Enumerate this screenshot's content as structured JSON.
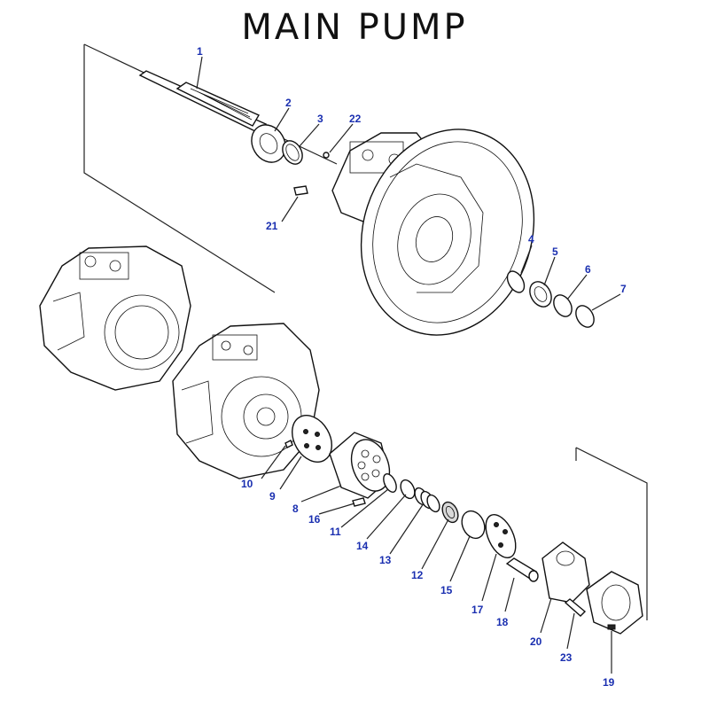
{
  "title": "MAIN PUMP",
  "colors": {
    "label": "#1a2fb0",
    "line": "#222222",
    "title": "#111111"
  },
  "parts": [
    {
      "id": "1",
      "label": "1"
    },
    {
      "id": "2",
      "label": "2"
    },
    {
      "id": "3",
      "label": "3"
    },
    {
      "id": "4",
      "label": "4"
    },
    {
      "id": "5",
      "label": "5"
    },
    {
      "id": "6",
      "label": "6"
    },
    {
      "id": "7",
      "label": "7"
    },
    {
      "id": "8",
      "label": "8"
    },
    {
      "id": "9",
      "label": "9"
    },
    {
      "id": "10",
      "label": "10"
    },
    {
      "id": "11",
      "label": "11"
    },
    {
      "id": "12",
      "label": "12"
    },
    {
      "id": "13",
      "label": "13"
    },
    {
      "id": "14",
      "label": "14"
    },
    {
      "id": "15",
      "label": "15"
    },
    {
      "id": "16",
      "label": "16"
    },
    {
      "id": "17",
      "label": "17"
    },
    {
      "id": "18",
      "label": "18"
    },
    {
      "id": "19",
      "label": "19"
    },
    {
      "id": "20",
      "label": "20"
    },
    {
      "id": "21",
      "label": "21"
    },
    {
      "id": "22",
      "label": "22"
    },
    {
      "id": "23",
      "label": "23"
    }
  ]
}
